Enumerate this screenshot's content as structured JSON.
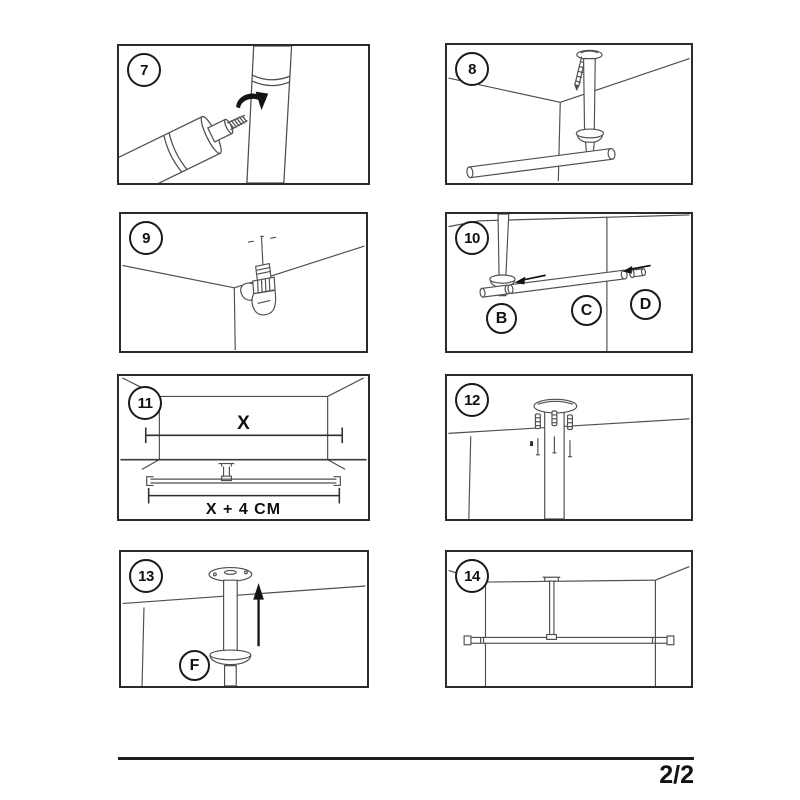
{
  "footer": {
    "page_indicator": "2/2"
  },
  "steps": [
    {
      "number": "7",
      "icons": [
        "rotation-arrow-icon"
      ]
    },
    {
      "number": "8",
      "icons": [
        "screw-icon"
      ]
    },
    {
      "number": "9",
      "icons": [
        "drill-icon"
      ]
    },
    {
      "number": "10",
      "icons": [
        "left-arrow-icon"
      ],
      "parts": {
        "b": "B",
        "c": "C",
        "d": "D"
      }
    },
    {
      "number": "11",
      "dimensions": {
        "top": "X",
        "bottom": "X + 4 CM"
      }
    },
    {
      "number": "12",
      "icons": [
        "wall-plug-icon",
        "screw-icon"
      ]
    },
    {
      "number": "13",
      "icons": [
        "up-arrow-icon"
      ],
      "parts": {
        "f": "F"
      }
    },
    {
      "number": "14"
    }
  ]
}
